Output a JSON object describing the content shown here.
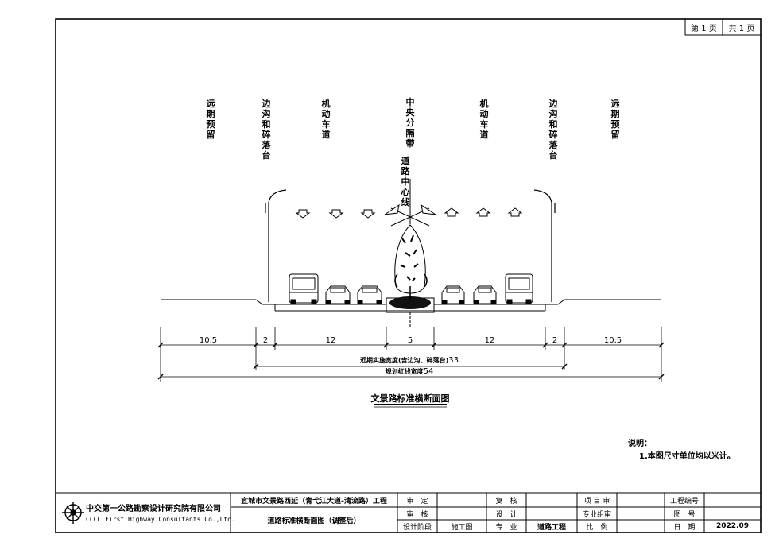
{
  "page": {
    "current": "第 1 页",
    "total": "共 1 页"
  },
  "labels": {
    "far_left": "远期预留",
    "ditch_left": "边沟和碎落台",
    "lane_left": "机动车道",
    "median": "中央分隔带",
    "centerline": "道路中心线",
    "lane_right": "机动车道",
    "ditch_right": "边沟和碎落台",
    "far_right": "远期预留"
  },
  "dimensions": {
    "segments": [
      "10.5",
      "2",
      "12",
      "5",
      "12",
      "2",
      "10.5"
    ],
    "near_term_label": "近期实施宽度(含边沟、碎落台)",
    "near_term_value": "33",
    "planned_label": "规划红线宽度",
    "planned_value": "54"
  },
  "drawing_title": "文景路标准横断面图",
  "notes": {
    "heading": "说明：",
    "item1": "1.本图尺寸单位均以米计。"
  },
  "title_block": {
    "company_cn": "中交第一公路勘察设计研究院有限公司",
    "company_en": "CCCC First Highway Consultants Co.,Ltd.",
    "project": "宜城市文景路西延（青弋江大道-清流路）工程",
    "drawing": "道路标准横断面图（调整后）",
    "row1": [
      "审　定",
      "复　核",
      "项 目 审",
      "工程编号"
    ],
    "row2": [
      "审　核",
      "设　计",
      "专业组审",
      "图　号"
    ],
    "row3": [
      "设计阶段",
      "施工图",
      "专　业",
      "道路工程",
      "比　例",
      "日　期",
      "2022.09"
    ]
  },
  "colors": {
    "ink": "#000000"
  }
}
